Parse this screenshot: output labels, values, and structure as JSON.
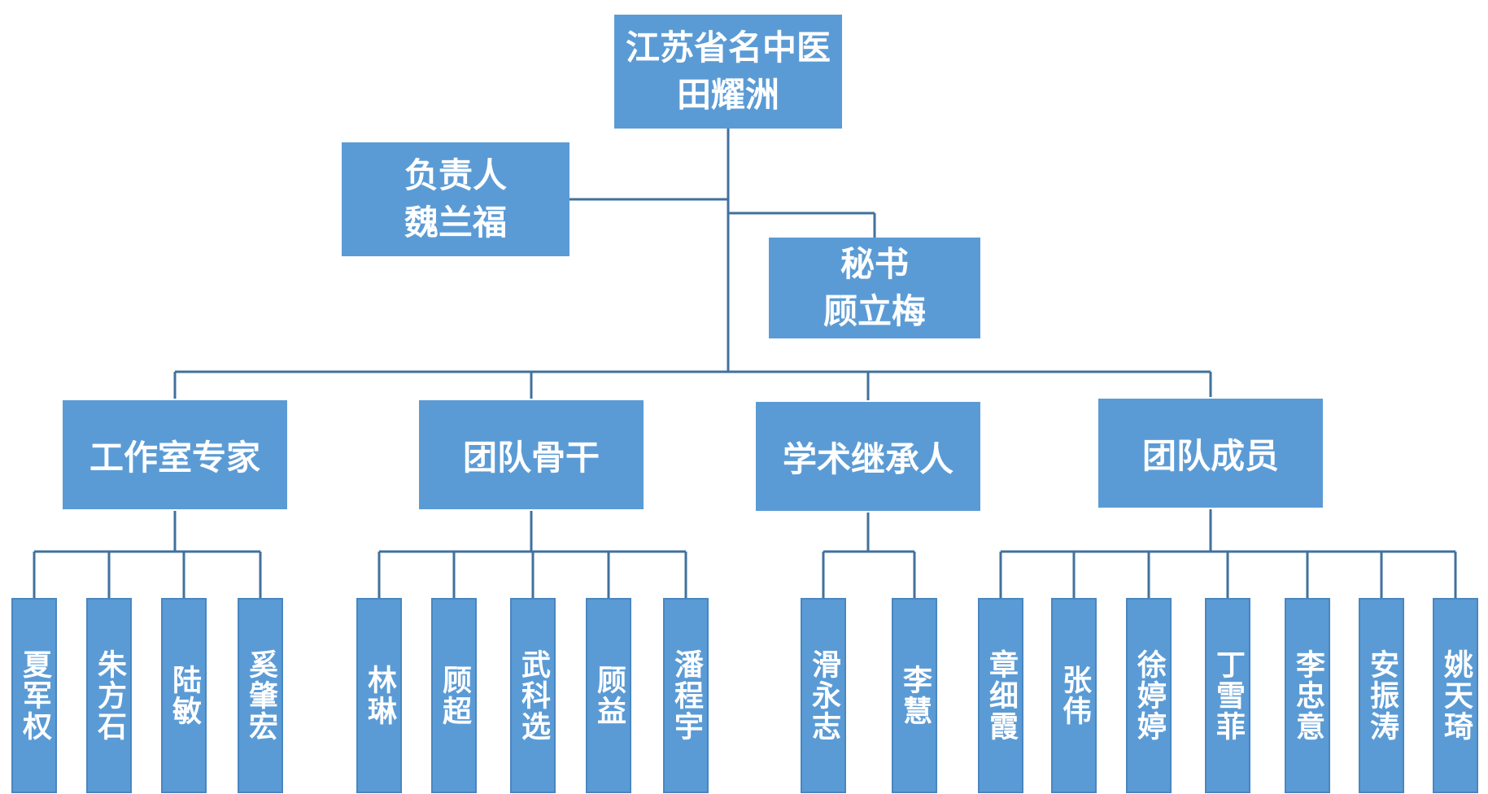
{
  "root": {
    "line1": "江苏省名中医",
    "line2": "田耀洲"
  },
  "leader": {
    "line1": "负责人",
    "line2": "魏兰福"
  },
  "secretary": {
    "line1": "秘书",
    "line2": "顾立梅"
  },
  "groups": [
    {
      "title": "工作室专家",
      "members": [
        "夏军权",
        "朱方石",
        "陆敏",
        "奚肇宏"
      ]
    },
    {
      "title": "团队骨干",
      "members": [
        "林琳",
        "顾超",
        "武科选",
        "顾益",
        "潘程宇"
      ]
    },
    {
      "title": "学术继承人",
      "members": [
        "滑永志",
        "李慧"
      ]
    },
    {
      "title": "团队成员",
      "members": [
        "章细霞",
        "张伟",
        "徐婷婷",
        "丁雪菲",
        "李忠意",
        "安振涛",
        "姚天琦"
      ]
    }
  ],
  "colors": {
    "box": "#5b9bd5",
    "line": "#41719c",
    "text": "#ffffff"
  }
}
